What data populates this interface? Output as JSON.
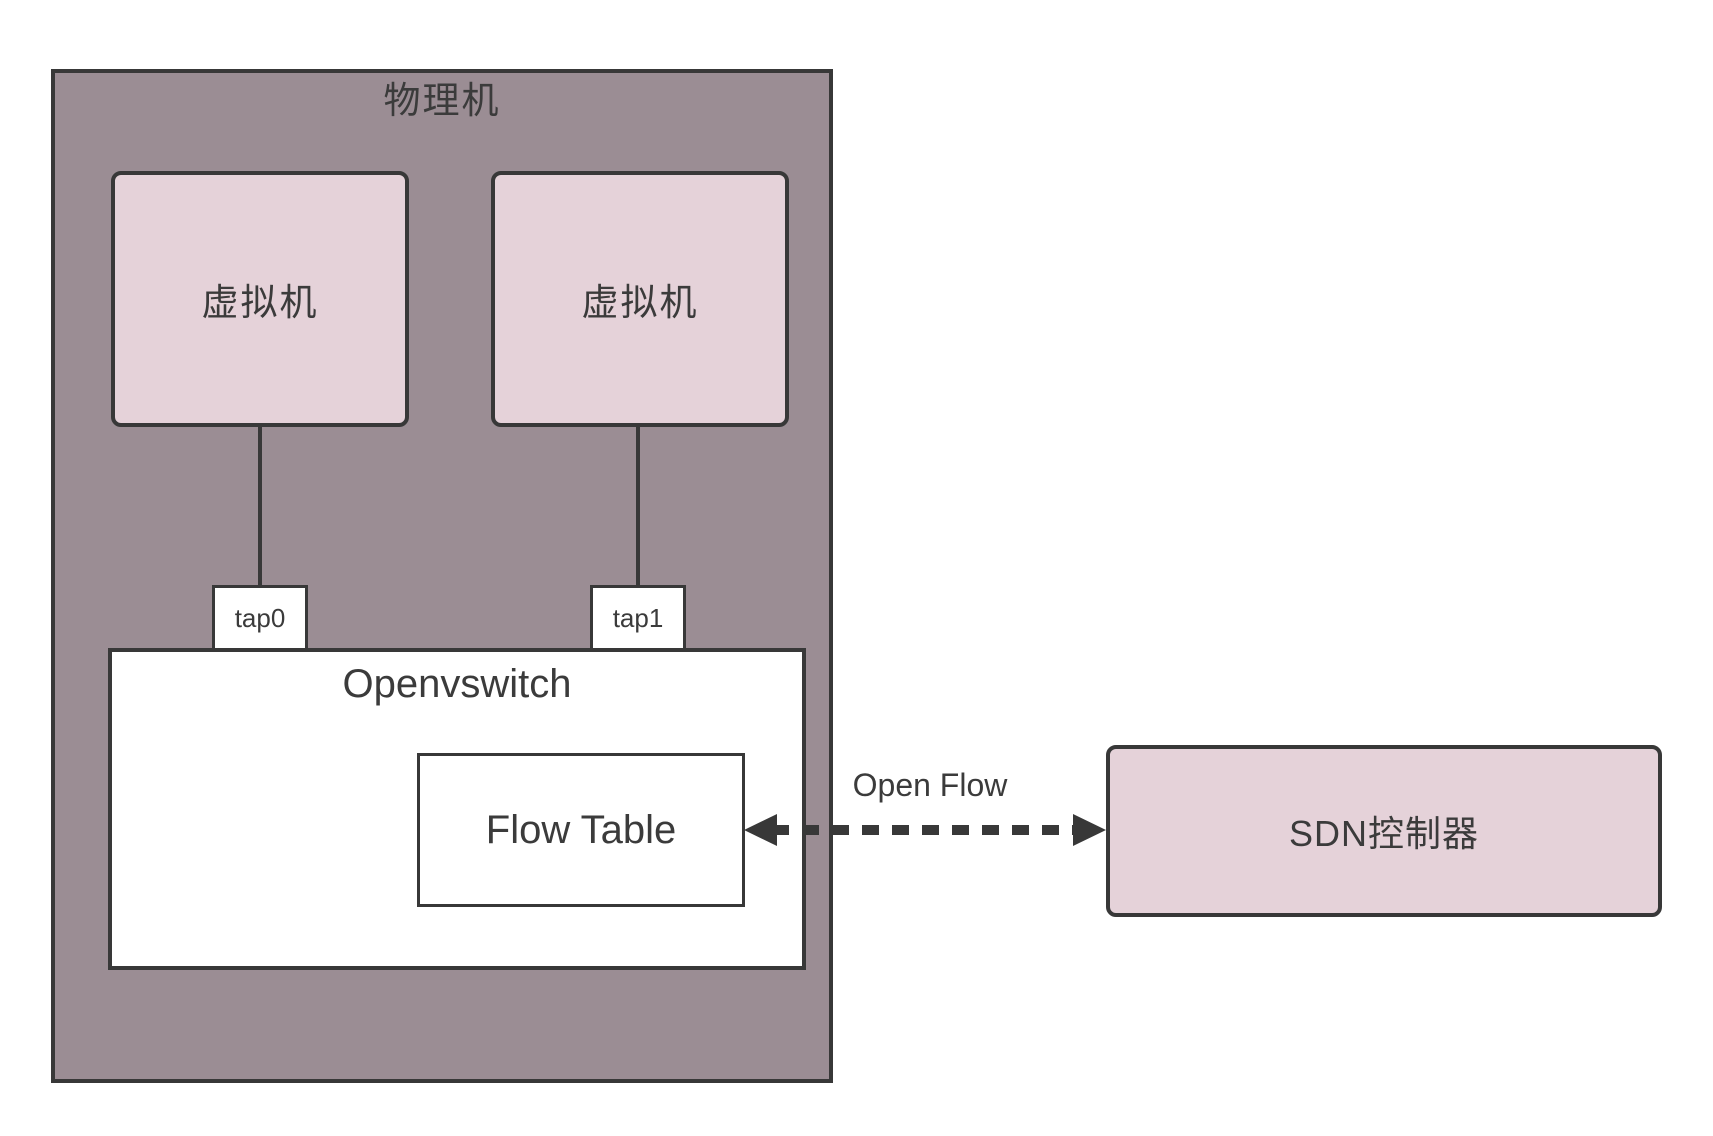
{
  "colors": {
    "container_fill": "#9b8d94",
    "node_fill": "#e5d2d9",
    "line": "#383838",
    "text": "#3b3b3b",
    "background": "#ffffff"
  },
  "diagram": {
    "physical_machine": {
      "label": "物理机"
    },
    "vms": [
      {
        "label": "虚拟机"
      },
      {
        "label": "虚拟机"
      }
    ],
    "taps": [
      {
        "label": "tap0"
      },
      {
        "label": "tap1"
      }
    ],
    "openvswitch": {
      "label": "Openvswitch"
    },
    "flow_table": {
      "label": "Flow Table"
    },
    "openflow_link": {
      "label": "Open Flow"
    },
    "sdn_controller": {
      "label": "SDN控制器"
    }
  }
}
